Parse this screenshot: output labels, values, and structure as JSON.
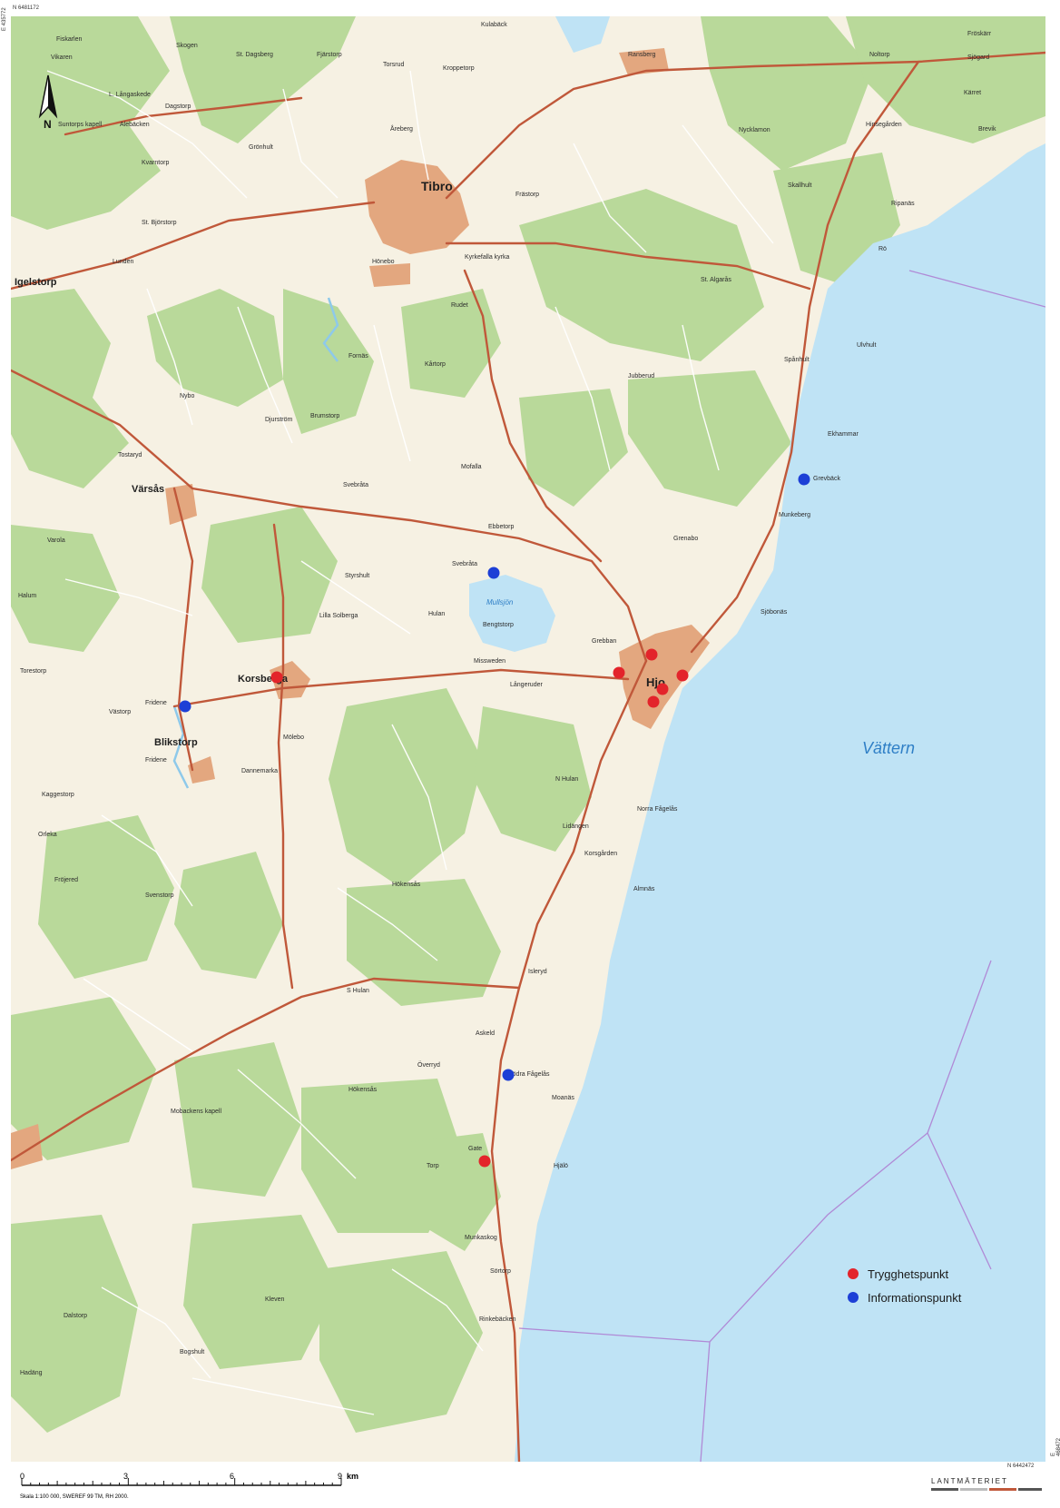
{
  "map": {
    "coord_nw_north": "N 6481172",
    "coord_nw_east": "E 435772",
    "coord_se_north": "N 6442472",
    "coord_se_east": "E 468472",
    "north_label": "N",
    "lake_label": "Vättern",
    "colors": {
      "water": "#bfe3f5",
      "forest": "#b9d99a",
      "field": "#f6f1e3",
      "urban": "#e3a77f",
      "road": "#c0583a",
      "minor_road": "#ffffff",
      "border": "#b08ad6",
      "safety_point": "#e3242b",
      "info_point": "#1d3fd6"
    },
    "major_places": [
      {
        "name": "Tibro"
      },
      {
        "name": "Hjo"
      },
      {
        "name": "Korsberga"
      },
      {
        "name": "Blikstorp"
      },
      {
        "name": "Värsås"
      },
      {
        "name": "Igelstorp"
      }
    ],
    "places": [
      {
        "name": "Fiskarlen"
      },
      {
        "name": "Skogen"
      },
      {
        "name": "St. Dagsberg"
      },
      {
        "name": "Fjärstorp"
      },
      {
        "name": "Kulabäck"
      },
      {
        "name": "Fröskärr"
      },
      {
        "name": "Ransberg"
      },
      {
        "name": "Noltorp"
      },
      {
        "name": "Sjögard"
      },
      {
        "name": "Torsrud"
      },
      {
        "name": "Kroppetorp"
      },
      {
        "name": "Vikaren"
      },
      {
        "name": "L. Långaskede"
      },
      {
        "name": "Suntorps kapell"
      },
      {
        "name": "Alebäcken"
      },
      {
        "name": "Dagstorp"
      },
      {
        "name": "Åreberg"
      },
      {
        "name": "Grönhult"
      },
      {
        "name": "Kärret"
      },
      {
        "name": "Hinsegården"
      },
      {
        "name": "Brevik"
      },
      {
        "name": "Nycklamon"
      },
      {
        "name": "Kvarntorp"
      },
      {
        "name": "St. Björstorp"
      },
      {
        "name": "Frästorp"
      },
      {
        "name": "Lunden"
      },
      {
        "name": "Hönebo"
      },
      {
        "name": "Kyrkefalla kyrka"
      },
      {
        "name": "Skallhult"
      },
      {
        "name": "Ripanäs"
      },
      {
        "name": "Rö"
      },
      {
        "name": "St. Algarås"
      },
      {
        "name": "Rudet"
      },
      {
        "name": "Fornäs"
      },
      {
        "name": "Jubberud"
      },
      {
        "name": "Spånhult"
      },
      {
        "name": "Ulvhult"
      },
      {
        "name": "Nybo"
      },
      {
        "name": "Brumstorp"
      },
      {
        "name": "Kårtorp"
      },
      {
        "name": "Djurström"
      },
      {
        "name": "Ekhammar"
      },
      {
        "name": "Tostaryd"
      },
      {
        "name": "Mofalla"
      },
      {
        "name": "Svebråta"
      },
      {
        "name": "Grevbäck"
      },
      {
        "name": "Munkeberg"
      },
      {
        "name": "Varola"
      },
      {
        "name": "Ebbetorp"
      },
      {
        "name": "Grenabo"
      },
      {
        "name": "Styrshult"
      },
      {
        "name": "Svebråta"
      },
      {
        "name": "Halum"
      },
      {
        "name": "Hulan"
      },
      {
        "name": "Sjöbonäs"
      },
      {
        "name": "Lilla Solberga"
      },
      {
        "name": "Bengtstorp"
      },
      {
        "name": "Grebban"
      },
      {
        "name": "Torestorp"
      },
      {
        "name": "Missweden"
      },
      {
        "name": "Långeruder"
      },
      {
        "name": "Fridene"
      },
      {
        "name": "Västorp"
      },
      {
        "name": "Mölebo"
      },
      {
        "name": "Fridene"
      },
      {
        "name": "Dannemarka"
      },
      {
        "name": "N Hulan"
      },
      {
        "name": "Kaggestorp"
      },
      {
        "name": "Norra Fågelås"
      },
      {
        "name": "Orleka"
      },
      {
        "name": "Lidängen"
      },
      {
        "name": "Korsgården"
      },
      {
        "name": "Fröjered"
      },
      {
        "name": "Svenstorp"
      },
      {
        "name": "Hökensås"
      },
      {
        "name": "Almnäs"
      },
      {
        "name": "Isleryd"
      },
      {
        "name": "S Hulan"
      },
      {
        "name": "Askeld"
      },
      {
        "name": "Överryd"
      },
      {
        "name": "Södra Fågelås"
      },
      {
        "name": "Moanäs"
      },
      {
        "name": "Mobackens kapell"
      },
      {
        "name": "Hökensås"
      },
      {
        "name": "Gate"
      },
      {
        "name": "Torp"
      },
      {
        "name": "Hjälö"
      },
      {
        "name": "Munkaskog"
      },
      {
        "name": "Sörtorp"
      },
      {
        "name": "Kleven"
      },
      {
        "name": "Dalstorp"
      },
      {
        "name": "Rinkebäcken"
      },
      {
        "name": "Bogshult"
      },
      {
        "name": "Hadäng"
      }
    ],
    "water_names": [
      {
        "name": "Mullsjön"
      }
    ],
    "safety_points": [
      {
        "name": "Korsberga"
      },
      {
        "name": "Hjo north"
      },
      {
        "name": "Hjo west"
      },
      {
        "name": "Hjo east"
      },
      {
        "name": "Hjo centre"
      },
      {
        "name": "Hjo south"
      },
      {
        "name": "Gate"
      }
    ],
    "info_points": [
      {
        "name": "Grevbäck"
      },
      {
        "name": "Svebråta"
      },
      {
        "name": "Fridene"
      },
      {
        "name": "Södra Fågelås"
      }
    ],
    "legend": {
      "safety_label": "Trygghetspunkt",
      "info_label": "Informationspunkt"
    },
    "scale": {
      "ticks": [
        "0",
        "3",
        "6",
        "9"
      ],
      "unit": "km",
      "caption": "Skala 1:100 000, SWEREF 99 TM, RH 2000."
    },
    "publisher": "LANTMÄTERIET"
  }
}
